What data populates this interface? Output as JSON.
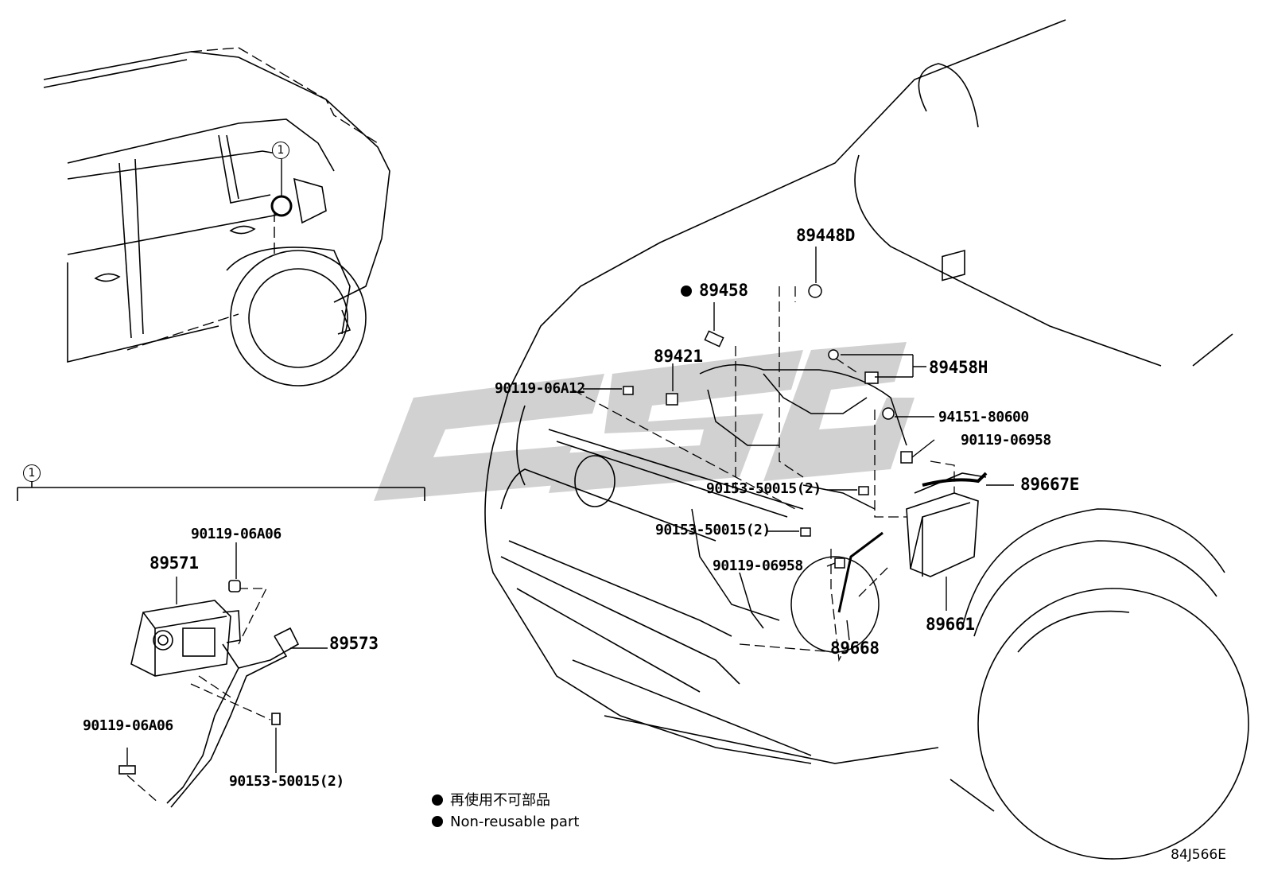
{
  "labels": {
    "p89448D": "89448D",
    "p89458": "89458",
    "p89421": "89421",
    "p89458H": "89458H",
    "p9011906A12": "90119-06A12",
    "p9415180600": "94151-80600",
    "p9011906958a": "90119-06958",
    "p89667E": "89667E",
    "p9015350015a": "90153-50015(2)",
    "p9015350015b": "90153-50015(2)",
    "p9011906958b": "90119-06958",
    "p89661": "89661",
    "p89668": "89668",
    "p9011906A06a": "90119-06A06",
    "p89571": "89571",
    "p89573": "89573",
    "p9011906A06b": "90119-06A06",
    "p9015350015c": "90153-50015(2)"
  },
  "callout": {
    "number": "1"
  },
  "legend": {
    "line1": "再使用不可部品",
    "line2": "Non-reusable part"
  },
  "diagram_code": "84J566E",
  "watermark": {
    "text": "CSS",
    "color": "#c8c8c8"
  }
}
